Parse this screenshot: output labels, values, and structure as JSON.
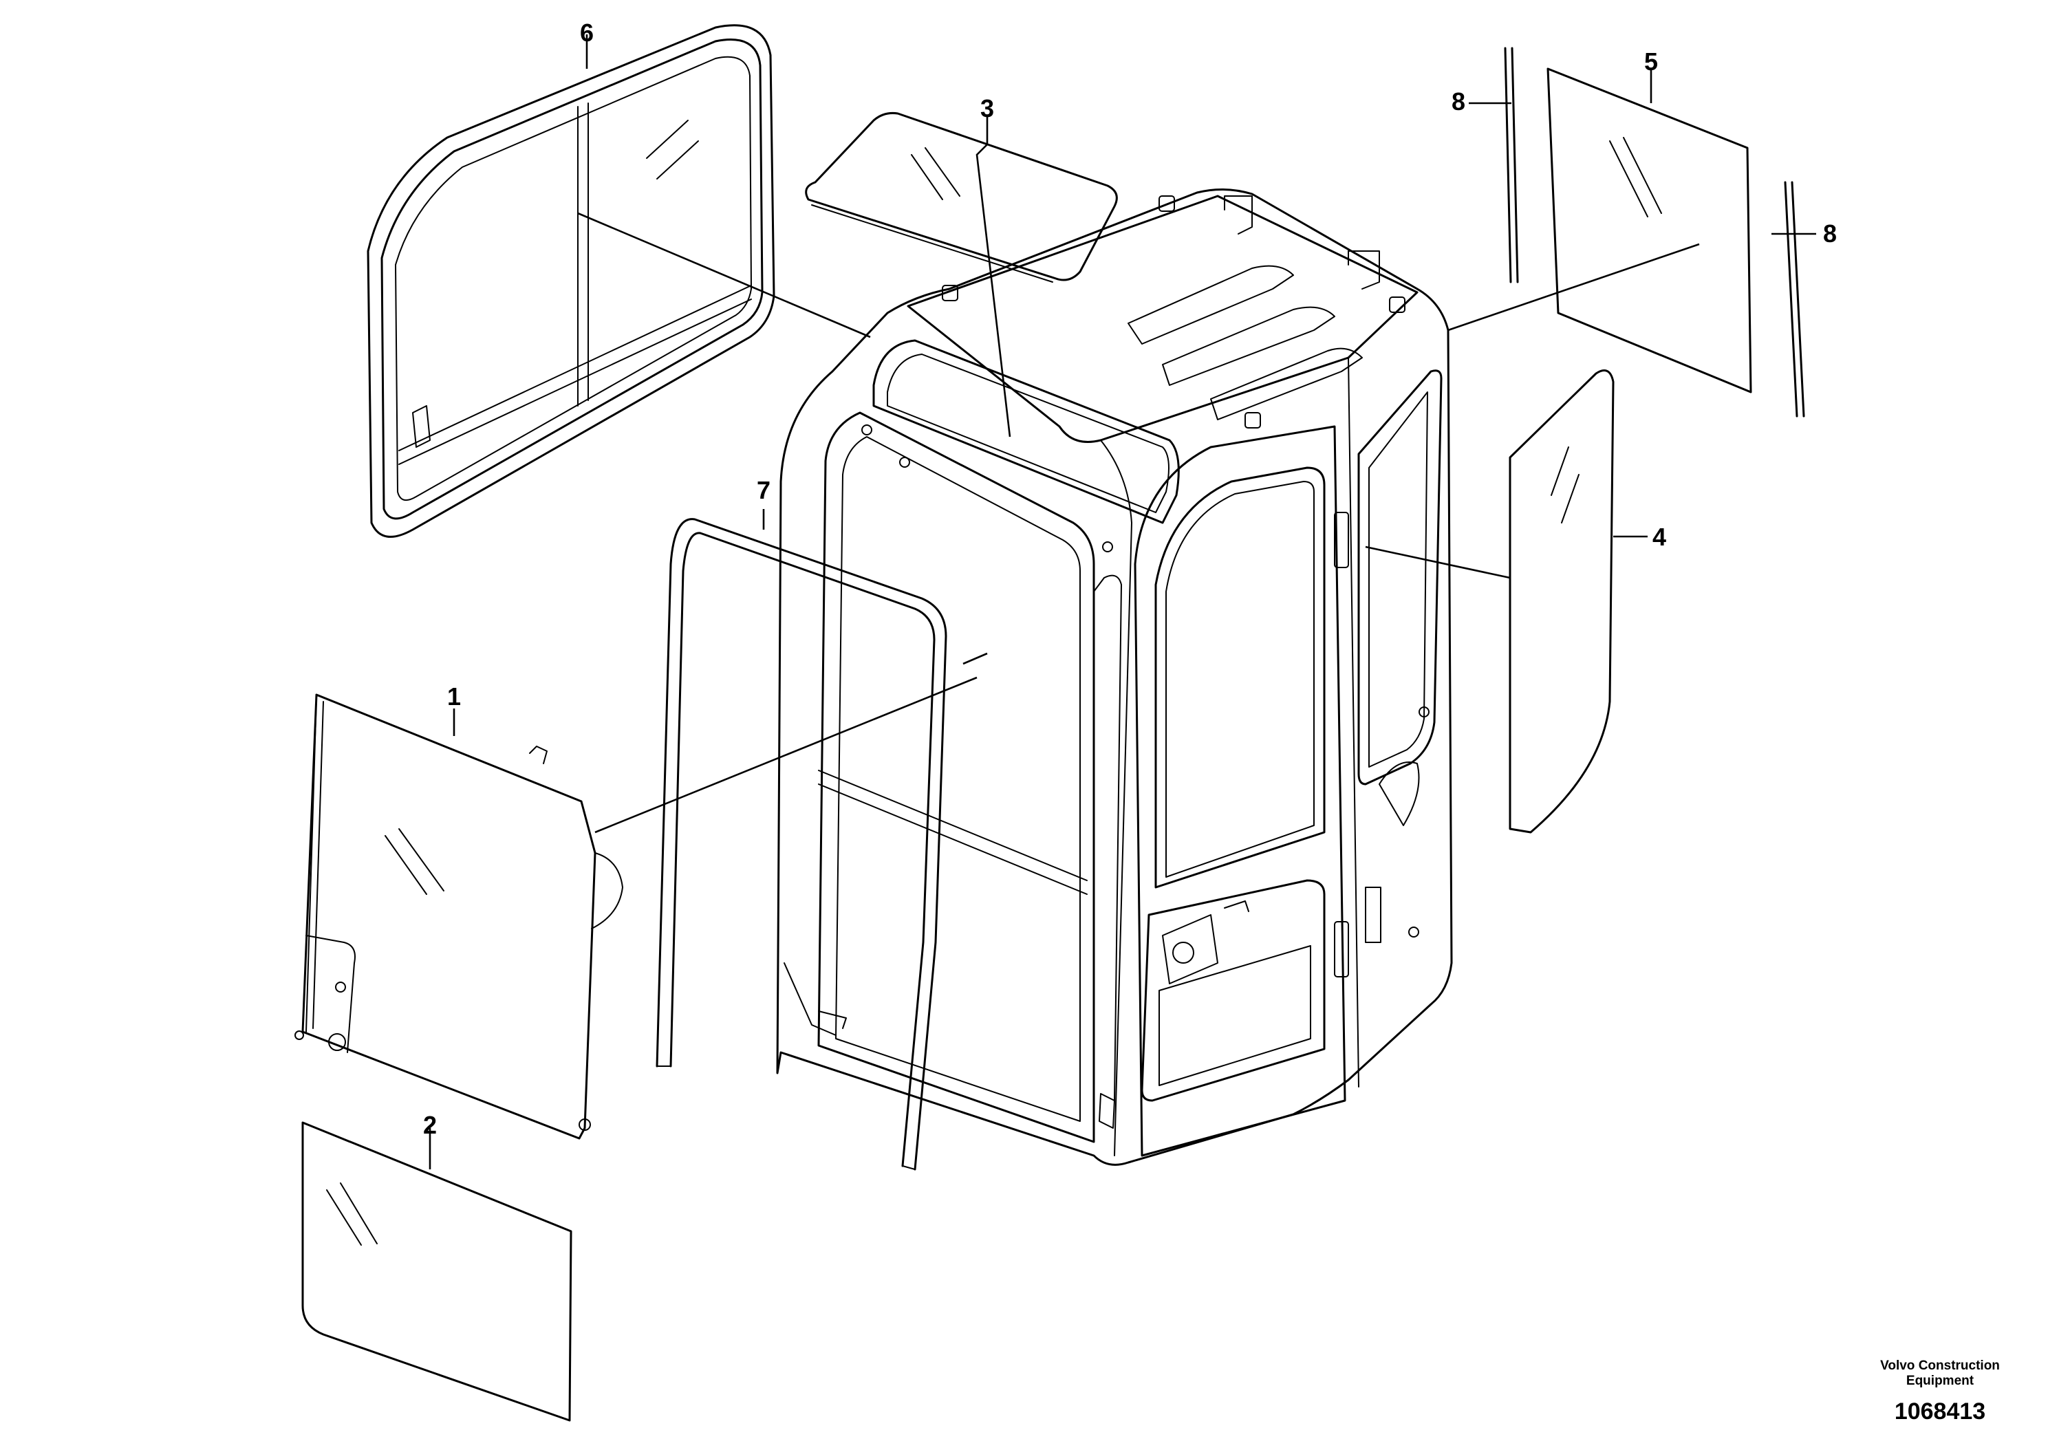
{
  "diagram": {
    "callouts": [
      {
        "id": "1",
        "text": "1"
      },
      {
        "id": "2",
        "text": "2"
      },
      {
        "id": "3",
        "text": "3"
      },
      {
        "id": "4",
        "text": "4"
      },
      {
        "id": "5",
        "text": "5"
      },
      {
        "id": "6",
        "text": "6"
      },
      {
        "id": "7",
        "text": "7"
      },
      {
        "id": "8a",
        "text": "8"
      },
      {
        "id": "8b",
        "text": "8"
      }
    ]
  },
  "footer": {
    "maker_line1": "Volvo Construction",
    "maker_line2": "Equipment",
    "drawing_number": "1068413"
  }
}
